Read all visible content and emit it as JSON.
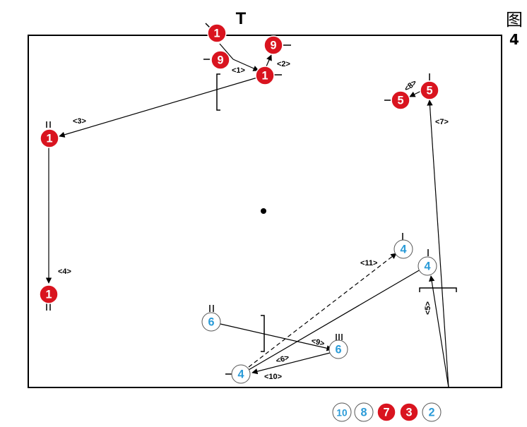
{
  "figure": {
    "label_char": "图",
    "label_num": "4"
  },
  "court": {
    "top_marker": "T"
  },
  "colors": {
    "red": "#d9141f",
    "blue": "#2a9bd8",
    "line": "#000000"
  },
  "players": [
    {
      "id": "r1a",
      "team": "red",
      "num": "1"
    },
    {
      "id": "r9a",
      "team": "red",
      "num": "9"
    },
    {
      "id": "r9b",
      "team": "red",
      "num": "9"
    },
    {
      "id": "r1b",
      "team": "red",
      "num": "1"
    },
    {
      "id": "r1c",
      "team": "red",
      "num": "1"
    },
    {
      "id": "r1d",
      "team": "red",
      "num": "1"
    },
    {
      "id": "r5a",
      "team": "red",
      "num": "5"
    },
    {
      "id": "r5b",
      "team": "red",
      "num": "5"
    },
    {
      "id": "b4a",
      "team": "blue",
      "num": "4"
    },
    {
      "id": "b4b",
      "team": "blue",
      "num": "4"
    },
    {
      "id": "b6a",
      "team": "blue",
      "num": "6"
    },
    {
      "id": "b6b",
      "team": "blue",
      "num": "6"
    },
    {
      "id": "b4c",
      "team": "blue",
      "num": "4"
    }
  ],
  "step_labels": [
    "<1>",
    "<2>",
    "<3>",
    "<4>",
    "<5>",
    "<6>",
    "<7>",
    "<8>",
    "<9>",
    "<10>",
    "<11>"
  ],
  "legend": [
    {
      "team": "blue",
      "num": "10"
    },
    {
      "team": "blue",
      "num": "8"
    },
    {
      "team": "red",
      "num": "7"
    },
    {
      "team": "red",
      "num": "3"
    },
    {
      "team": "blue",
      "num": "2"
    }
  ]
}
